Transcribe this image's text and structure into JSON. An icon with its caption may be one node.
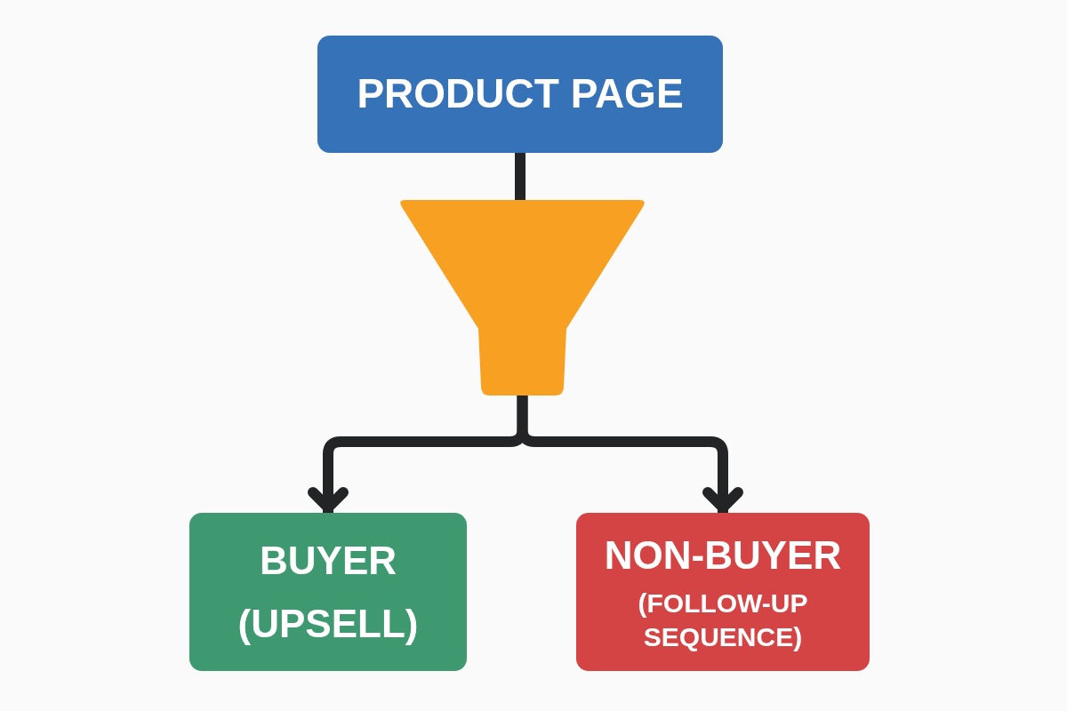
{
  "diagram": {
    "nodes": [
      {
        "text": [
          "PRODUCT PAGE"
        ]
      },
      {
        "text": [],
        "shape": "funnel"
      },
      {
        "text": [
          "BUYER",
          "(UPSELL)"
        ]
      },
      {
        "text": [
          "NON-BUYER",
          "(FOLLOW-UP SEQUENCE)"
        ]
      }
    ],
    "edges": [
      {
        "from": 0,
        "to": 1,
        "arrow": "none"
      },
      {
        "from": 1,
        "to": 2,
        "arrow": "to"
      },
      {
        "from": 1,
        "to": 3,
        "arrow": "to"
      }
    ]
  }
}
